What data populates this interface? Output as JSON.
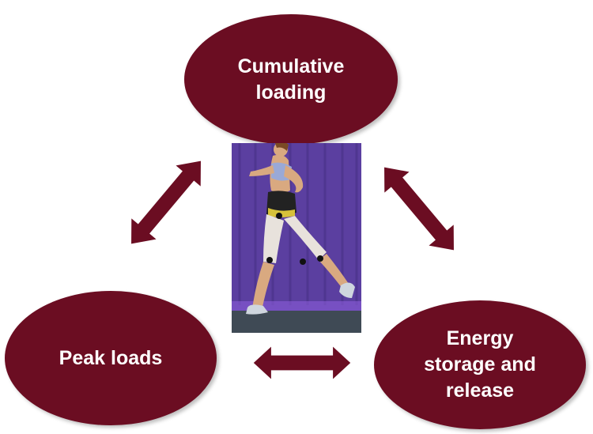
{
  "colors": {
    "node_fill": "#6b0d22",
    "arrow_fill": "#6b0d22",
    "photo_background": "#5b3fa0",
    "floor": "#3f4a55"
  },
  "nodes": {
    "top": {
      "label": "Cumulative\nloading"
    },
    "left": {
      "label": "Peak loads"
    },
    "right": {
      "label": "Energy\nstorage and\nrelease"
    }
  },
  "photo": {
    "subject": "runner-with-motion-capture-markers"
  },
  "arrows": [
    {
      "from": "left",
      "to": "top",
      "style": "double-headed"
    },
    {
      "from": "top",
      "to": "right",
      "style": "double-headed"
    },
    {
      "from": "left",
      "to": "right",
      "style": "double-headed"
    }
  ]
}
